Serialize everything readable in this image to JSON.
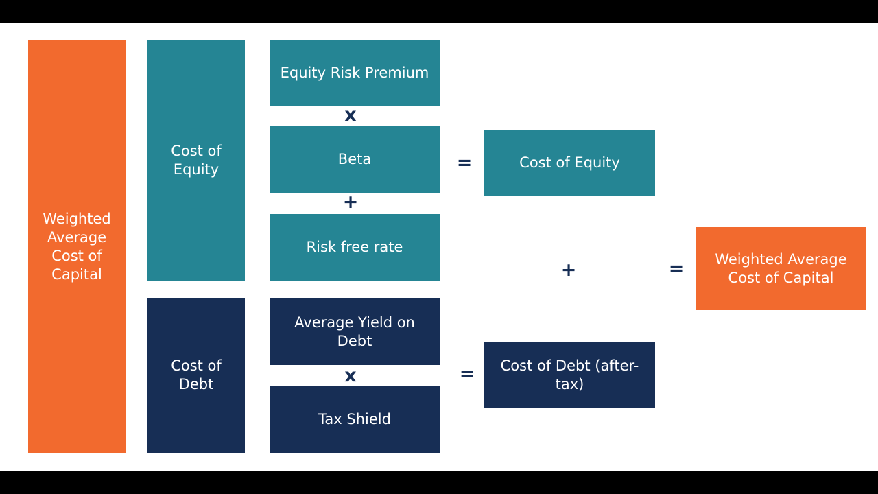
{
  "boxes": {
    "wacc_left": "Weighted Average Cost of Capital",
    "cost_of_equity_label": "Cost of Equity",
    "cost_of_debt_label": "Cost of Debt",
    "equity_risk_premium": "Equity Risk Premium",
    "beta": "Beta",
    "risk_free_rate": "Risk free rate",
    "average_yield_on_debt": "Average Yield on Debt",
    "tax_shield": "Tax Shield",
    "cost_of_equity_result": "Cost of Equity",
    "cost_of_debt_result": "Cost of Debt (after-tax)",
    "wacc_result": "Weighted Average Cost of Capital"
  },
  "operators": {
    "multiply_equity": "x",
    "plus_equity": "+",
    "equals_equity": "=",
    "multiply_debt": "x",
    "equals_debt": "=",
    "plus_results": "+",
    "equals_final": "="
  },
  "colors": {
    "orange": "#f26a2e",
    "teal": "#258594",
    "navy": "#172e55"
  }
}
